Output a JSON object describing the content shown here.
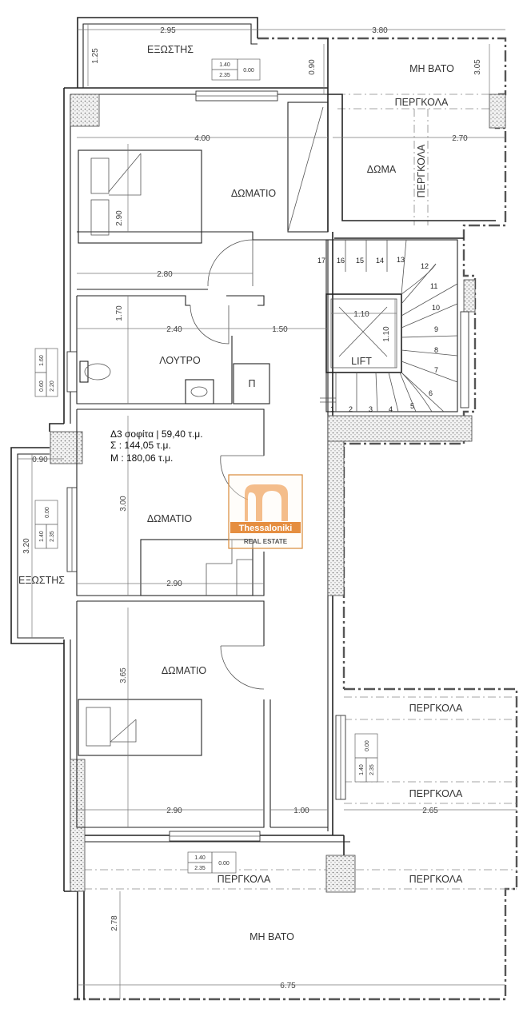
{
  "rooms": {
    "balcony_top": "ΕΞΩΣΤΗΣ",
    "balcony_left": "ΕΞΩΣΤΗΣ",
    "unwalkable_top": "ΜΗ ΒΑΤΟ",
    "unwalkable_bottom": "ΜΗ ΒΑΤΟ",
    "pergola_top": "ΠΕΡΓΚΟΛΑ",
    "pergola_vertical": "ΠΕΡΓΚΟΛΑ",
    "pergola_right1": "ΠΕΡΓΚΟΛΑ",
    "pergola_right2": "ΠΕΡΓΚΟΛΑ",
    "pergola_bottom_left": "ΠΕΡΓΚΟΛΑ",
    "pergola_bottom_right": "ΠΕΡΓΚΟΛΑ",
    "roof": "ΔΩΜΑ",
    "bedroom_top": "ΔΩΜΑΤΙΟ",
    "bedroom_mid": "ΔΩΜΑΤΙΟ",
    "bedroom_bottom": "ΔΩΜΑΤΙΟ",
    "bathroom": "ΛΟΥΤΡΟ",
    "lift": "LIFT",
    "storage": "Π"
  },
  "dimensions": {
    "d295": "2.95",
    "d380": "3.80",
    "d125": "1.25",
    "d090a": "0.90",
    "d305": "3.05",
    "d400": "4.00",
    "d270": "2.70",
    "d290v": "2.90",
    "d280": "2.80",
    "d170": "1.70",
    "d240": "2.40",
    "d150": "1.50",
    "d110h": "1.10",
    "d110v": "1.10",
    "d090b": "0.90",
    "d320": "3.20",
    "d300": "3.00",
    "d290h1": "2.90",
    "d365": "3.65",
    "d290h2": "2.90",
    "d100": "1.00",
    "d265": "2.65",
    "d278": "2.78",
    "d675": "6.75"
  },
  "openings": {
    "top": {
      "h": "1.40",
      "sill": "2.35",
      "p": "0.00"
    },
    "bath": {
      "h": "0.60",
      "sill": "2.20",
      "p": "1.60"
    },
    "left": {
      "h": "1.40",
      "sill": "2.35",
      "p": "0.00"
    },
    "right": {
      "h": "1.40",
      "sill": "2.35",
      "p": "0.00"
    },
    "bottom": {
      "h": "1.40",
      "sill": "2.35",
      "p": "0.00"
    }
  },
  "stairs": {
    "steps": [
      "1",
      "2",
      "3",
      "4",
      "5",
      "6",
      "7",
      "8",
      "9",
      "10",
      "11",
      "12",
      "13",
      "14",
      "15",
      "16",
      "17"
    ]
  },
  "info": {
    "line1": "Δ3 σοφίτα | 59,40 τ.μ.",
    "line2": "Σ : 144,05 τ.μ.",
    "line3": "Μ : 180,06 τ.μ."
  },
  "logo": {
    "name": "Thessaloniki",
    "tagline": "REAL ESTATE",
    "accent": "#e07a1f"
  }
}
